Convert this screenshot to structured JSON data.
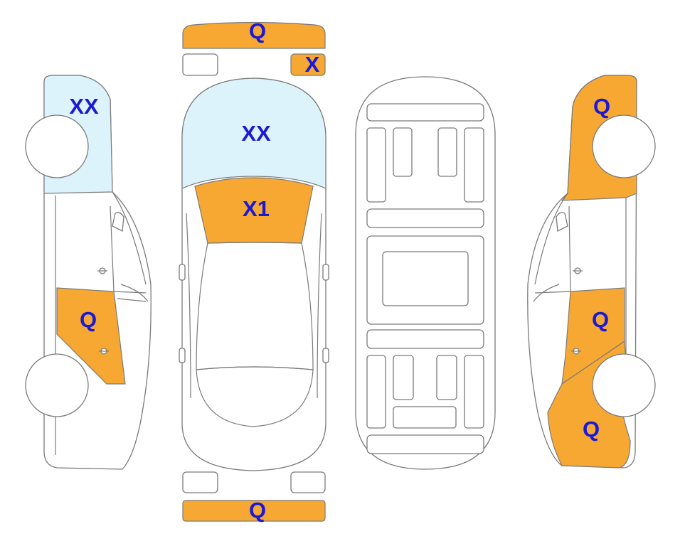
{
  "colors": {
    "damage_orange": "#F7A832",
    "damage_lightblue": "#DDF3FB",
    "label_blue": "#1A1AD6",
    "outline": "#7A7A7A"
  },
  "labels": {
    "front_bumper": "Q",
    "headlight_right": "X",
    "hood": "XX",
    "windshield": "X1",
    "rear_bumper": "Q",
    "left_front_fender": "XX",
    "left_rear_door": "Q",
    "right_front_fender": "Q",
    "right_rear_door": "Q",
    "right_rear_quarter": "Q"
  }
}
